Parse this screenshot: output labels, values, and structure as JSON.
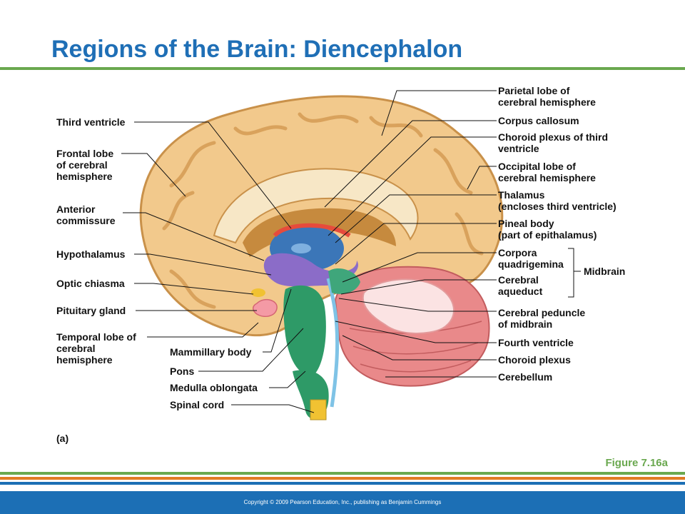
{
  "title": "Regions of the Brain: Diencephalon",
  "figure_label": "Figure 7.16a",
  "panel_label": "(a)",
  "copyright": "Copyright © 2009 Pearson Education, Inc., publishing as Benjamin Cummings",
  "colors": {
    "title": "#1f6fb6",
    "accent_green": "#6aa84f",
    "accent_orange": "#e07b24",
    "footer_blue": "#1c6fb5"
  },
  "labels": {
    "left": {
      "third_ventricle": "Third ventricle",
      "frontal_lobe": "Frontal lobe\nof cerebral\nhemisphere",
      "anterior_commissure": "Anterior\ncommissure",
      "hypothalamus": "Hypothalamus",
      "optic_chiasma": "Optic chiasma",
      "pituitary_gland": "Pituitary gland",
      "temporal_lobe": "Temporal lobe of\ncerebral\nhemisphere"
    },
    "middle": {
      "mammillary_body": "Mammillary body",
      "pons": "Pons",
      "medulla_oblongata": "Medulla oblongata",
      "spinal_cord": "Spinal cord"
    },
    "right": {
      "parietal_lobe": "Parietal lobe of\ncerebral hemisphere",
      "corpus_callosum": "Corpus callosum",
      "choroid_plexus_third": "Choroid plexus of third\nventricle",
      "occipital_lobe": "Occipital lobe of\ncerebral hemisphere",
      "thalamus": "Thalamus\n(encloses third ventricle)",
      "pineal_body": "Pineal body\n(part of epithalamus)",
      "corpora_quadrigemina": "Corpora\nquadrigemina",
      "cerebral_aqueduct": "Cerebral\naqueduct",
      "midbrain": "Midbrain",
      "cerebral_peduncle": "Cerebral peduncle\nof midbrain",
      "fourth_ventricle": "Fourth ventricle",
      "choroid_plexus": "Choroid plexus",
      "cerebellum": "Cerebellum"
    }
  }
}
